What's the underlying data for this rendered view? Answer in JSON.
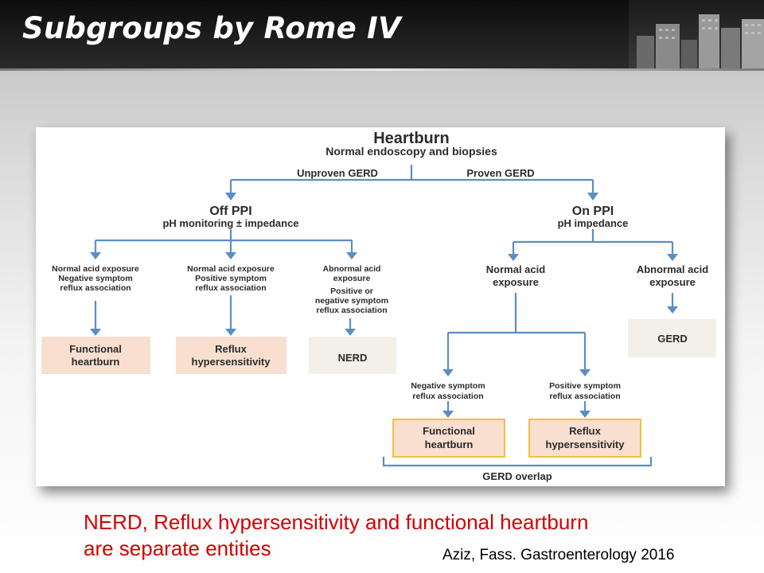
{
  "slide": {
    "title": "Subgroups by Rome IV",
    "caption_line1": "NERD, Reflux hypersensitivity and functional heartburn",
    "caption_line2": "are separate entities",
    "citation": "Aziz, Fass. Gastroenterology 2016"
  },
  "flowchart": {
    "root_title": "Heartburn",
    "root_subtitle": "Normal endoscopy and biopsies",
    "branch_left_label": "Unproven GERD",
    "branch_right_label": "Proven GERD",
    "off_ppi": {
      "title": "Off PPI",
      "subtitle": "pH monitoring ± impedance"
    },
    "on_ppi": {
      "title": "On PPI",
      "subtitle": "pH impedance"
    },
    "off_conditions": [
      {
        "lines": [
          "Normal acid exposure",
          "Negative symptom",
          "reflux association"
        ]
      },
      {
        "lines": [
          "Normal acid exposure",
          "Positive symptom",
          "reflux association"
        ]
      },
      {
        "lines": [
          "Abnormal acid",
          "exposure",
          "Positive or",
          "negative symptom",
          "reflux association"
        ]
      }
    ],
    "off_outcomes": [
      {
        "lines": [
          "Functional",
          "heartburn"
        ]
      },
      {
        "lines": [
          "Reflux",
          "hypersensitivity"
        ]
      },
      {
        "lines": [
          "NERD"
        ]
      }
    ],
    "on_conditions": [
      {
        "lines": [
          "Normal acid",
          "exposure"
        ]
      },
      {
        "lines": [
          "Abnormal acid",
          "exposure"
        ]
      }
    ],
    "on_abnormal_outcome": "GERD",
    "on_normal_subconditions": [
      {
        "lines": [
          "Negative symptom",
          "reflux association"
        ]
      },
      {
        "lines": [
          "Positive symptom",
          "reflux association"
        ]
      }
    ],
    "on_normal_outcomes": [
      {
        "lines": [
          "Functional",
          "heartburn"
        ]
      },
      {
        "lines": [
          "Reflux",
          "hypersensitivity"
        ]
      }
    ],
    "overlap_label": "GERD overlap"
  },
  "colors": {
    "title_text": "#ffffff",
    "caption_text": "#d40000",
    "connector": "#5b8ec3",
    "outcome_fill": "#f8dfcf",
    "overlap_outline": "#f0c040"
  }
}
